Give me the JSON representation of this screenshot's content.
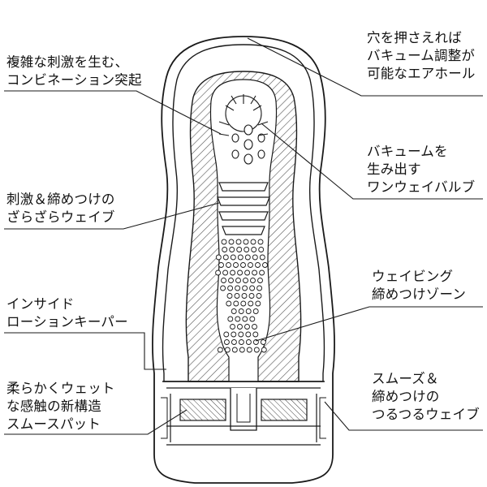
{
  "callouts": {
    "combination_bumps": {
      "lines": [
        "複雑な刺激を生む、",
        "コンビネーション突起"
      ]
    },
    "air_hole": {
      "lines": [
        "穴を押さえれば",
        "バキューム調整が",
        "可能なエアホール"
      ]
    },
    "valve": {
      "lines": [
        "バキュームを",
        "生み出す",
        "ワンウェイバルブ"
      ]
    },
    "rough_wave": {
      "lines": [
        "刺激＆締めつけの",
        "ざらざらウェイブ"
      ]
    },
    "waving_zone": {
      "lines": [
        "ウェイビング",
        "締めつけゾーン"
      ]
    },
    "lotion_keeper": {
      "lines": [
        "インサイド",
        "ローションキーパー"
      ]
    },
    "soft_pad": {
      "lines": [
        "柔らかくウェット",
        "な感触の新構造",
        "スムースパット"
      ]
    },
    "smooth_wave": {
      "lines": [
        "スムーズ＆",
        "締めつけの",
        "つるつるウェイブ"
      ]
    }
  },
  "colors": {
    "ink": "#1a1a1a",
    "hatch": "#555555",
    "background": "#ffffff"
  }
}
